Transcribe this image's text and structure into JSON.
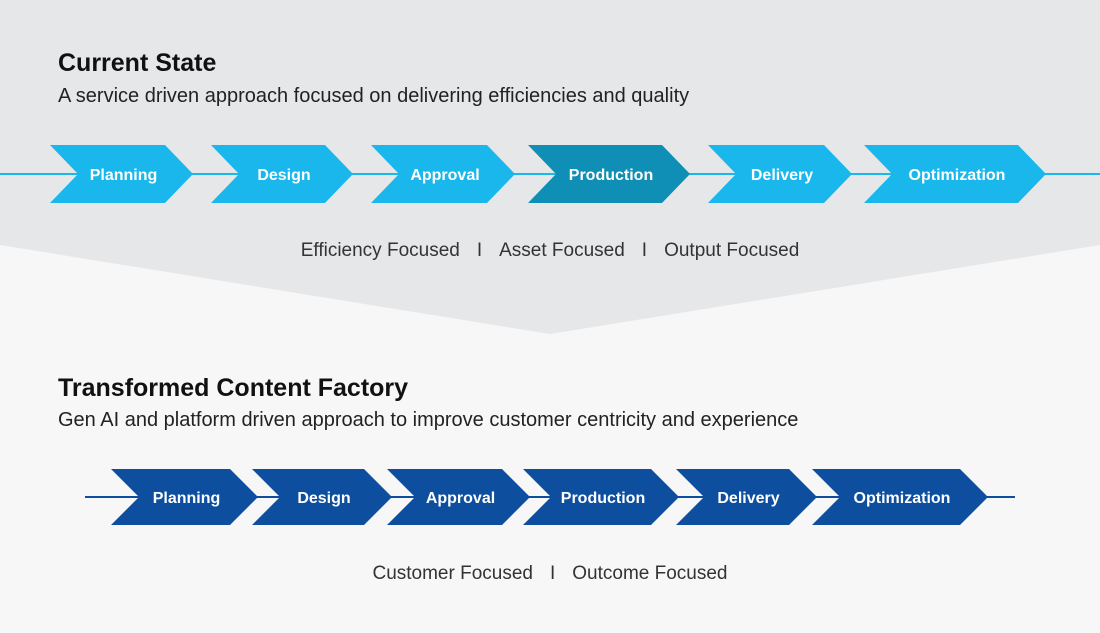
{
  "current_state": {
    "title": "Current State",
    "subtitle": "A service driven approach focused on delivering efficiencies and quality",
    "steps": [
      {
        "label": "Planning",
        "highlight": false
      },
      {
        "label": "Design",
        "highlight": false
      },
      {
        "label": "Approval",
        "highlight": false
      },
      {
        "label": "Production",
        "highlight": true
      },
      {
        "label": "Delivery",
        "highlight": false
      },
      {
        "label": "Optimization",
        "highlight": false
      }
    ],
    "focus": [
      "Efficiency Focused",
      "Asset Focused",
      "Output Focused"
    ],
    "separator": "I",
    "colors": {
      "step": "#1ab7ec",
      "highlight": "#0f8fb5",
      "line": "#1ab7ec",
      "panel": "#e6e7e9"
    }
  },
  "transformed": {
    "title": "Transformed Content Factory",
    "subtitle": "Gen AI and platform driven approach to improve customer centricity and experience",
    "steps": [
      {
        "label": "Planning",
        "highlight": false
      },
      {
        "label": "Design",
        "highlight": false
      },
      {
        "label": "Approval",
        "highlight": false
      },
      {
        "label": "Production",
        "highlight": false
      },
      {
        "label": "Delivery",
        "highlight": false
      },
      {
        "label": "Optimization",
        "highlight": false
      }
    ],
    "focus": [
      "Customer Focused",
      "Outcome Focused"
    ],
    "separator": "I",
    "colors": {
      "step": "#0d4f9e",
      "line": "#0d4f9e"
    }
  }
}
